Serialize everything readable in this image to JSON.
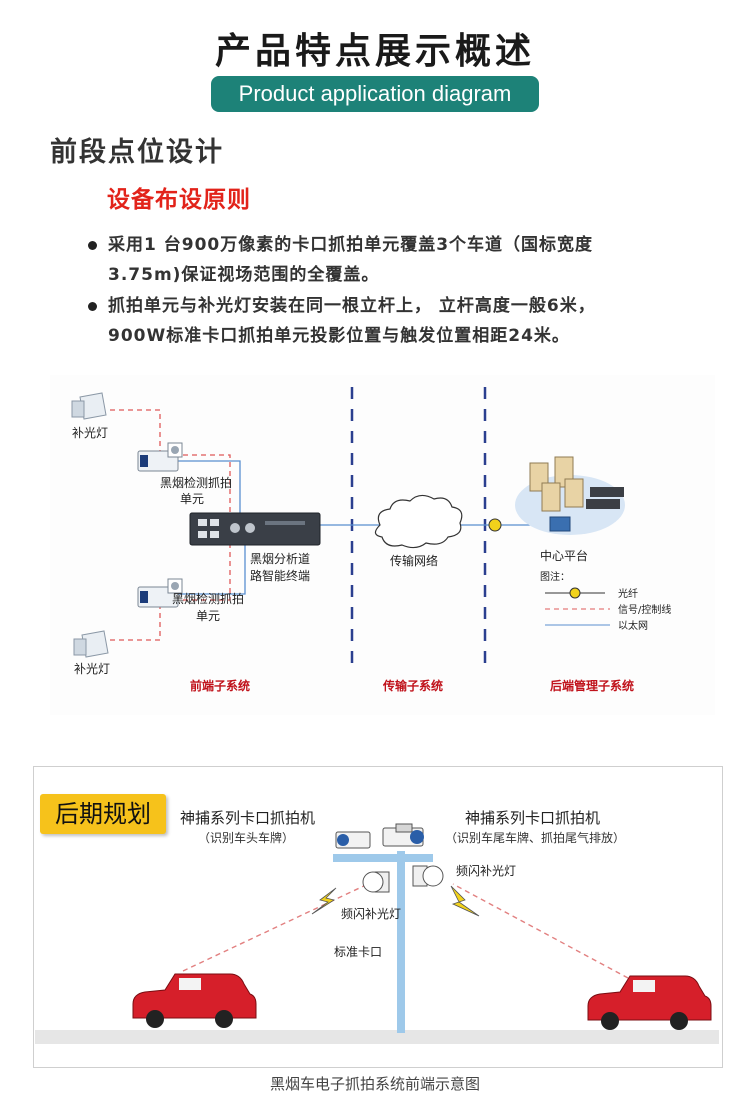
{
  "header": {
    "title": "产品特点展示概述",
    "subtitle": "Product application diagram"
  },
  "section": {
    "heading": "前段点位设计",
    "subheading": "设备布设原则",
    "bullets": [
      {
        "line1": "采用1 台900万像素的卡口抓拍单元覆盖3个车道（国标宽度",
        "line2": "3.75m)保证视场范围的全覆盖。"
      },
      {
        "line1": "抓拍单元与补光灯安装在同一根立杆上， 立杆高度一般6米，",
        "line2": "900W标准卡口抓拍单元投影位置与触发位置相距24米。"
      }
    ]
  },
  "topology": {
    "fill_light_top": "补光灯",
    "camera_top_l1": "黑烟检测抓拍",
    "camera_top_l2": "单元",
    "terminal_l1": "黑烟分析道",
    "terminal_l2": "路智能终端",
    "camera_bottom_l1": "黑烟检测抓拍",
    "camera_bottom_l2": "单元",
    "fill_light_bottom": "补光灯",
    "network": "传输网络",
    "center": "中心平台",
    "legend_title": "图注：",
    "legend_fiber": "光纤",
    "legend_signal": "信号/控制线",
    "legend_ethernet": "以太网",
    "sub_front": "前端子系统",
    "sub_transport": "传输子系统",
    "sub_back": "后端管理子系统"
  },
  "layout_scene": {
    "badge": "后期规划",
    "cam_left_title": "神捕系列卡口抓拍机",
    "cam_left_note": "（识别车头车牌）",
    "cam_right_title": "神捕系列卡口抓拍机",
    "cam_right_note": "（识别车尾车牌、抓拍尾气排放）",
    "flash_right": "频闪补光灯",
    "flash_left": "频闪补光灯",
    "checkpoint": "标准卡口"
  },
  "caption": "黑烟车电子抓拍系统前端示意图",
  "colors": {
    "pill": "#1d8278",
    "accent_red": "#e2231a",
    "sub_label": "#c0121b",
    "badge": "#f6c21b",
    "car": "#d61f2a",
    "pole": "#9ec9ea"
  }
}
